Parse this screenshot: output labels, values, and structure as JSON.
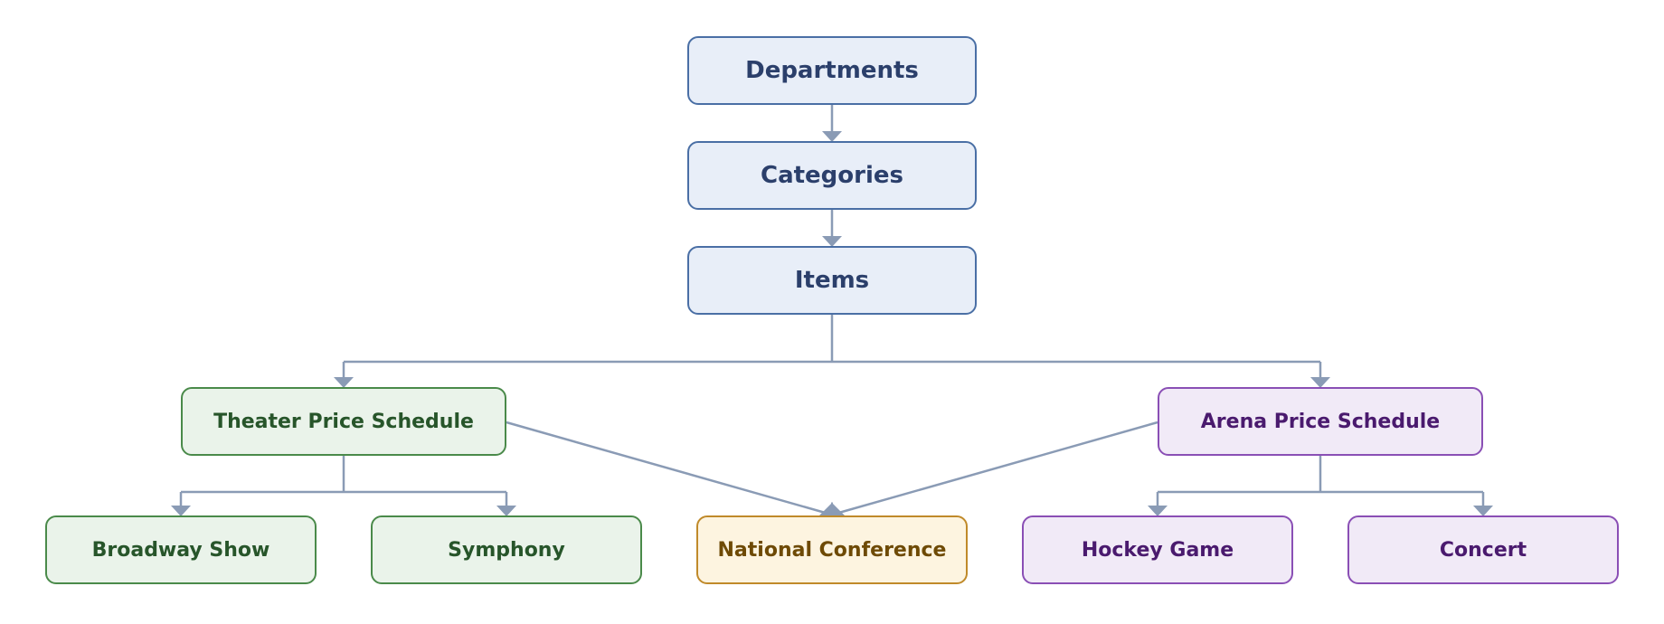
{
  "diagram": {
    "nodes": {
      "departments": "Departments",
      "categories": "Categories",
      "items": "Items",
      "theater": "Theater Price Schedule",
      "arena": "Arena Price Schedule",
      "broadway": "Broadway Show",
      "symphony": "Symphony",
      "national": "National Conference",
      "hockey": "Hockey Game",
      "concert": "Concert"
    },
    "colors": {
      "blue": "#4a6fa5",
      "green": "#4a8a4a",
      "purple": "#8a4fb5",
      "orange": "#c08a2a",
      "edge": "#8a9bb5"
    }
  }
}
